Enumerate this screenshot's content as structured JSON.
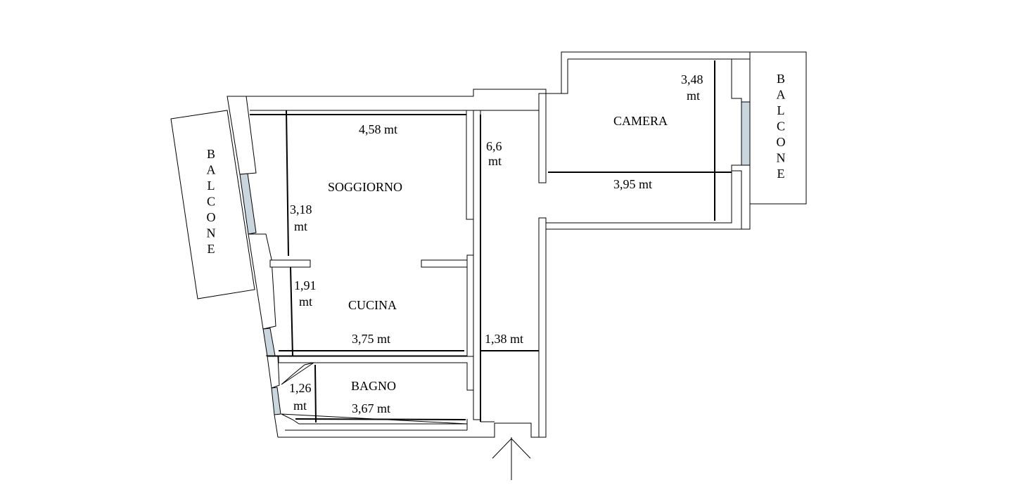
{
  "rooms": {
    "soggiorno": "SOGGIORNO",
    "cucina": "CUCINA",
    "bagno": "BAGNO",
    "camera": "CAMERA"
  },
  "balconies": {
    "left": [
      "B",
      "A",
      "L",
      "C",
      "O",
      "N",
      "E"
    ],
    "right": [
      "B",
      "A",
      "L",
      "C",
      "O",
      "N",
      "E"
    ]
  },
  "dimensions": {
    "soggiorno_width": "4,58 mt",
    "soggiorno_depth_value": "3,18",
    "soggiorno_depth_unit": "mt",
    "corridor_length_value": "6,6",
    "corridor_length_unit": "mt",
    "cucina_depth_value": "1,91",
    "cucina_depth_unit": "mt",
    "cucina_width": "3,75 mt",
    "corridor_width": "1,38 mt",
    "bagno_depth_value": "1,26",
    "bagno_depth_unit": "mt",
    "bagno_width": "3,67 mt",
    "camera_depth_value": "3,48",
    "camera_depth_unit": "mt",
    "camera_width": "3,95 mt"
  },
  "colors": {
    "walls": "#000000",
    "glass": "#c9d6de",
    "background": "#ffffff"
  }
}
